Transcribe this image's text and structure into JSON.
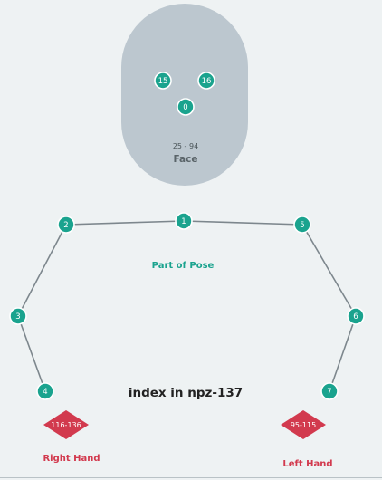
{
  "face": {
    "range_label": "25 - 94",
    "title": "Face",
    "points": [
      {
        "id": "face-point-15",
        "label": "15"
      },
      {
        "id": "face-point-16",
        "label": "16"
      },
      {
        "id": "face-point-0",
        "label": "0"
      }
    ]
  },
  "pose": {
    "title": "Part of Pose",
    "joints": [
      {
        "id": "pose-joint-1",
        "label": "1"
      },
      {
        "id": "pose-joint-2",
        "label": "2"
      },
      {
        "id": "pose-joint-3",
        "label": "3"
      },
      {
        "id": "pose-joint-4",
        "label": "4"
      },
      {
        "id": "pose-joint-5",
        "label": "5"
      },
      {
        "id": "pose-joint-6",
        "label": "6"
      },
      {
        "id": "pose-joint-7",
        "label": "7"
      }
    ],
    "connections": [
      [
        "1",
        "2"
      ],
      [
        "2",
        "3"
      ],
      [
        "3",
        "4"
      ],
      [
        "1",
        "5"
      ],
      [
        "5",
        "6"
      ],
      [
        "6",
        "7"
      ]
    ]
  },
  "index_caption": "index in npz-137",
  "right_hand": {
    "range_label": "116-136",
    "title": "Right Hand"
  },
  "left_hand": {
    "range_label": "95-115",
    "title": "Left Hand"
  },
  "colors": {
    "background": "#eef2f3",
    "face_fill": "#bcc7cf",
    "node_teal": "#1aa38e",
    "node_border": "#ffffff",
    "line": "#7d878d",
    "hand_red": "#d23a4e",
    "text_dark": "#222222",
    "text_gray": "#5a6469"
  }
}
